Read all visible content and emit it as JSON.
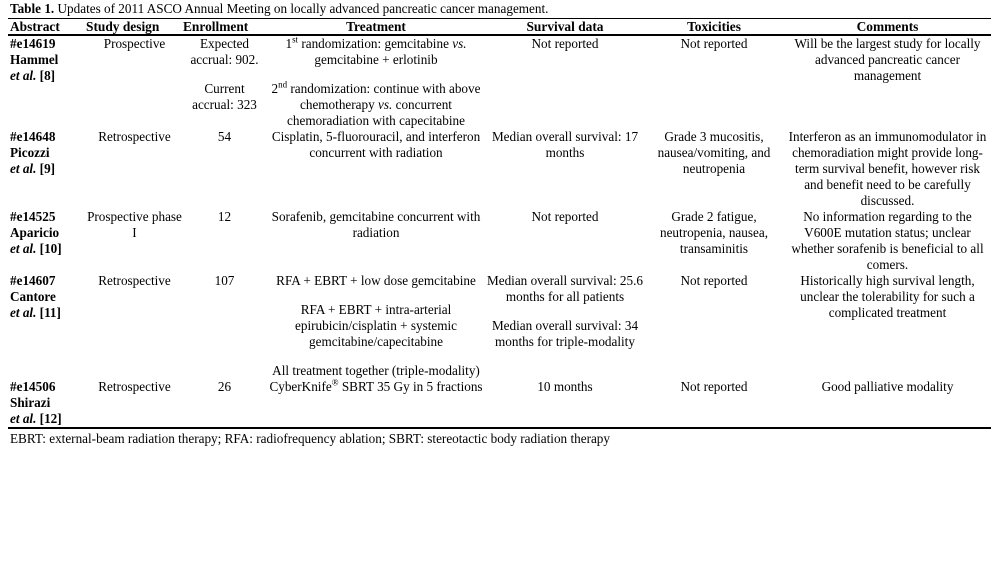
{
  "caption": {
    "label": "Table 1.",
    "text": " Updates of 2011 ASCO Annual Meeting on locally advanced pancreatic cancer management."
  },
  "table": {
    "headers": {
      "abstract": "Abstract",
      "study_design": "Study design",
      "enrollment": "Enrollment",
      "treatment": "Treatment",
      "survival_data": "Survival data",
      "toxicities": "Toxicities",
      "comments": "Comments"
    },
    "rows": [
      {
        "abstract_id": "#e14619",
        "abstract_author": "Hammel",
        "abstract_ref": "[8]",
        "study_design": "Prospective",
        "enrollment_1": "Expected accrual: 902.",
        "enrollment_2": "Current accrual: 323",
        "treatment_1_pre": "1",
        "treatment_1_sup": "st",
        "treatment_1_a": " randomization: gemcitabine ",
        "treatment_1_vs": "vs.",
        "treatment_1_b": " gemcitabine + erlotinib",
        "treatment_2_pre": "2",
        "treatment_2_sup": "nd",
        "treatment_2_a": " randomization: continue with above chemotherapy ",
        "treatment_2_vs": "vs.",
        "treatment_2_b": " concurrent chemoradiation with capecitabine",
        "survival": "Not reported",
        "toxicities": "Not reported",
        "comments": "Will be the largest study for locally advanced pancreatic cancer management"
      },
      {
        "abstract_id": "#e14648",
        "abstract_author": "Picozzi",
        "abstract_ref": "[9]",
        "study_design": "Retrospective",
        "enrollment_1": "54",
        "treatment_1": "Cisplatin, 5-fluorouracil, and interferon concurrent with radiation",
        "survival": "Median overall survival: 17 months",
        "toxicities": "Grade 3 mucositis, nausea/vomiting, and neutropenia",
        "comments": "Interferon as an immunomodulator in chemoradiation might provide long-term survival benefit, however risk and benefit need to be carefully discussed."
      },
      {
        "abstract_id": "#e14525",
        "abstract_author": "Aparicio",
        "abstract_ref": "[10]",
        "study_design": "Prospective phase I",
        "enrollment_1": "12",
        "treatment_1": "Sorafenib, gemcitabine concurrent with radiation",
        "survival": "Not reported",
        "toxicities": "Grade 2 fatigue, neutropenia, nausea, transaminitis",
        "comments": "No information regarding to the V600E mutation status; unclear whether sorafenib is beneficial to all comers."
      },
      {
        "abstract_id": "#e14607",
        "abstract_author": "Cantore",
        "abstract_ref": "[11]",
        "study_design": "Retrospective",
        "enrollment_1": "107",
        "treatment_1": "RFA + EBRT + low dose gemcitabine",
        "treatment_2": "RFA + EBRT + intra-arterial epirubicin/cisplatin + systemic gemcitabine/capecitabine",
        "treatment_3": "All treatment together (triple-modality)",
        "survival_1": "Median overall survival: 25.6 months for all patients",
        "survival_2": "Median overall survival: 34 months for triple-modality",
        "toxicities": "Not reported",
        "comments": "Historically high survival length, unclear the tolerability for such a complicated treatment"
      },
      {
        "abstract_id": "#e14506",
        "abstract_author": "Shirazi",
        "abstract_ref": "[12]",
        "study_design": "Retrospective",
        "enrollment_1": "26",
        "treatment_1_a": "CyberKnife",
        "treatment_1_sup": "®",
        "treatment_1_b": " SBRT 35 Gy in 5 fractions",
        "survival": "10 months",
        "toxicities": "Not reported",
        "comments": "Good palliative modality"
      }
    ]
  },
  "footnote": {
    "text": "EBRT: external-beam radiation therapy; RFA: radiofrequency ablation; SBRT: stereotactic body radiation therapy"
  },
  "etal_label": "et al."
}
